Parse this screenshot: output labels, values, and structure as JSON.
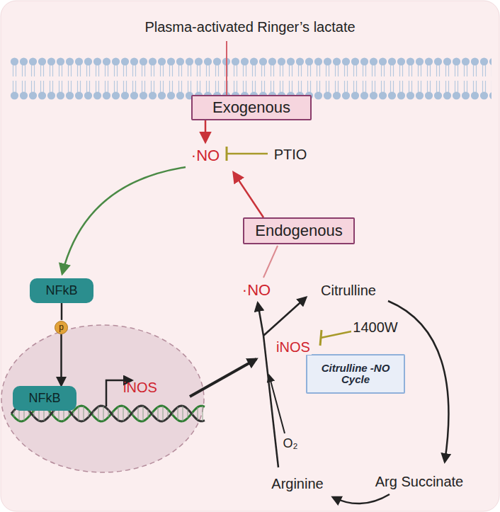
{
  "diagram": {
    "title": "Plasma-activated Ringer’s lactate",
    "nodes": [
      {
        "text": [
          "Exogenous"
        ]
      },
      {
        "text": [
          "Endogenous"
        ]
      },
      {
        "text": [
          "NFkB"
        ]
      },
      {
        "text": [
          "p"
        ]
      },
      {
        "text": [
          "iNOS"
        ]
      },
      {
        "text": [
          "NFkB"
        ],
        "in": 4
      },
      {
        "text": [
          "Citrulline -NO Cycle"
        ]
      }
    ],
    "edges": [
      {
        "from": 2,
        "to": 3,
        "arrow": "none"
      },
      {
        "from": 3,
        "to": 5,
        "arrow": "to"
      }
    ],
    "labels": [
      "·NO",
      "PTIO",
      "·NO",
      "Citrulline",
      "iNOS",
      "1400W",
      "O₂",
      "Arginine",
      "Arg Succinate"
    ]
  }
}
